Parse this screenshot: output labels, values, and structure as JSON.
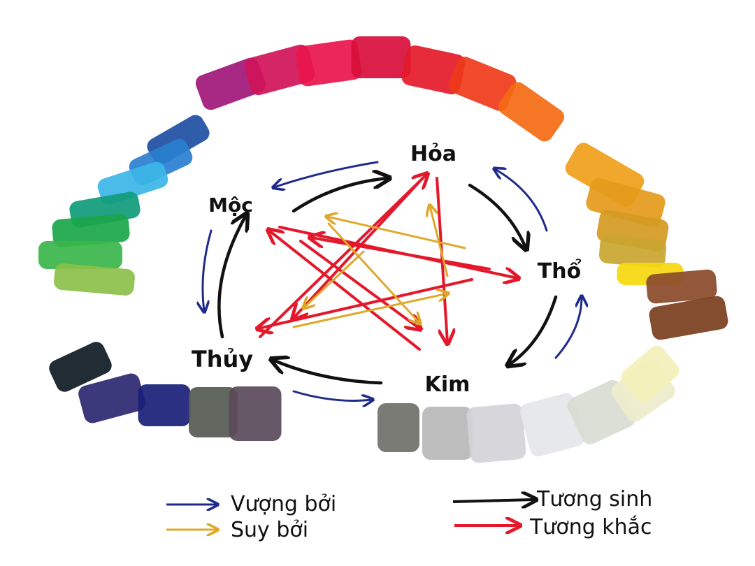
{
  "colors": {
    "vuong": "#1f2a8a",
    "suy": "#e0a82a",
    "sinh": "#111111",
    "khac": "#e3192b"
  },
  "nodes": {
    "hoa": "Hỏa",
    "tho": "Thổ",
    "kim": "Kim",
    "thuy": "Thủy",
    "moc": "Mộc"
  },
  "legend": {
    "vuong": "Vượng bởi",
    "suy": "Suy bởi",
    "sinh": "Tương sinh",
    "khac": "Tương khắc"
  },
  "swatches": {
    "moc": [
      "#1d4fa3",
      "#2a7fd0",
      "#3cb6e8",
      "#0f9b7a",
      "#1aa64a",
      "#39b54a",
      "#8cc04a"
    ],
    "hoa": [
      "#a0177a",
      "#d0145a",
      "#e8154a",
      "#d80d3a",
      "#e41a2a",
      "#ef3a1a",
      "#f46a12"
    ],
    "tho": [
      "#f0a01a",
      "#e49a1a",
      "#d59a22",
      "#c9a530",
      "#f6d80e",
      "#8a4a2a",
      "#7a3e1e"
    ],
    "kim": [
      "#70706a",
      "#b8b8b8",
      "#d4d4d8",
      "#e4e6ea",
      "#d8dcd2",
      "#eeeccc",
      "#f4f0b8"
    ],
    "thuy": [
      "#0f1a24",
      "#2a2870",
      "#1a1e78",
      "#555a52",
      "#5a4a5a"
    ]
  }
}
